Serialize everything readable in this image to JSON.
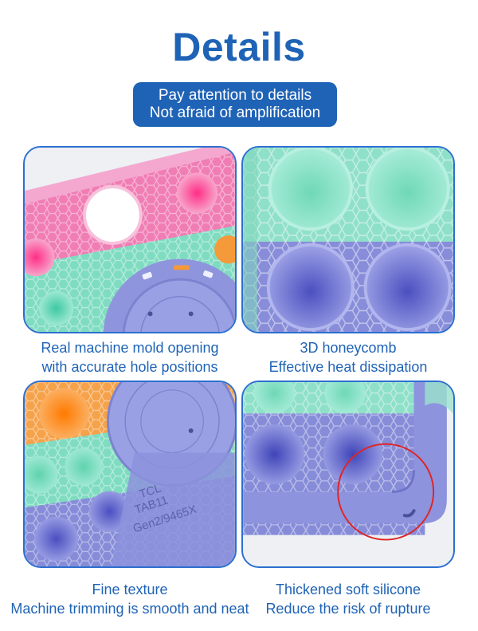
{
  "header": {
    "title": "Details",
    "badge_line1": "Pay attention to details",
    "badge_line2": "Not afraid of amplification"
  },
  "tiles": [
    {
      "caption_line1": "Real machine mold opening",
      "caption_line2": "with accurate hole positions"
    },
    {
      "caption_line1": "3D honeycomb",
      "caption_line2": "Effective heat dissipation"
    },
    {
      "caption_line1": "Fine texture",
      "caption_line2": "Machine trimming is smooth and neat"
    },
    {
      "caption_line1": "Thickened soft silicone",
      "caption_line2": "Reduce the risk of rupture"
    }
  ],
  "photo_text": {
    "tile3_line1": "TCL",
    "tile3_line2": "TAB11",
    "tile3_line3": "Gen2/9465X"
  },
  "colors": {
    "accent": "#1f63b6",
    "pink": "#f36fae",
    "mint": "#7fdcc1",
    "lavender": "#7a82d2",
    "orange": "#f59a3a",
    "highlight_circle": "#e02424"
  }
}
